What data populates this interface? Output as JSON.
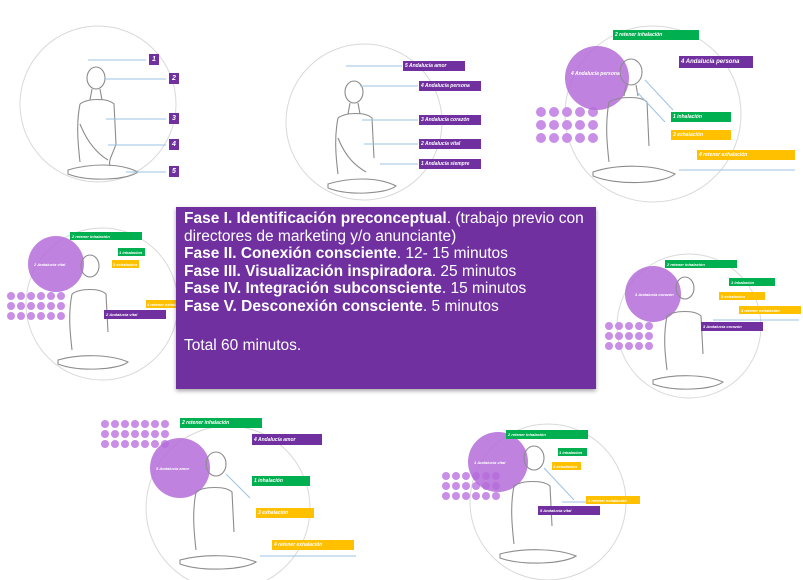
{
  "summary": {
    "phase1_name": "Fase I. Identificación preconceptual",
    "phase1_rest": ".  (trabajo previo con directores de marketing y/o anunciante)",
    "phase2_name": "Fase II. Conexión consciente",
    "phase2_rest": ". 12- 15 minutos",
    "phase3_name": "Fase III. Visualización inspiradora",
    "phase3_rest": ".  25 minutos",
    "phase4_name": "Fase IV. Integración subconsciente",
    "phase4_rest": ". 15 minutos",
    "phase5_name": "Fase V. Desconexión consciente",
    "phase5_rest": ". 5 minutos",
    "total": "Total 60 minutos."
  },
  "colors": {
    "purple": "#7030a0",
    "circle_purple": "#b46cd9",
    "dot_purple": "#c98ee6",
    "green": "#00b050",
    "yellow": "#ffc000",
    "line_blue": "#9dc3e6"
  },
  "diagrams": {
    "d1": {
      "labels": [
        "1",
        "2",
        "3",
        "4",
        "5"
      ]
    },
    "d2": {
      "labels": [
        "5 Andalucía amor",
        "4 Andalucía persona",
        "3 Andalucía corazón",
        "2 Andalucía vital",
        "1 Andalucía siempre"
      ]
    },
    "d3": {
      "circle": "4 Andalucía persona",
      "purple": "4 Andalucía persona",
      "green_top": "2  retener inhalación",
      "green": "1  inhalación",
      "yellow": "3  exhalación",
      "yellow_low": "4  retener exhalación"
    },
    "d4": {
      "circle": "2 Andalucía vital",
      "purple": "2 Andalucía vital",
      "green_top": "2  retener inhalación",
      "green": "1  inhalación",
      "yellow": "3  exhalación",
      "yellow_low": "4  retener exhalación"
    },
    "d5": {
      "circle": "3 Andalucía corazón",
      "purple": "3 Andalucía corazón",
      "green_top": "2  retener inhalación",
      "green": "1  inhalación",
      "yellow": "3  exhalación",
      "yellow_low": "4  retener exhalación"
    },
    "d6": {
      "circle": "5 Andalucía amor",
      "purple": "4 Andalucía amor",
      "green_top": "2  retener inhalación",
      "green": "1  inhalación",
      "yellow": "3  exhalación",
      "yellow_low": "4  retener exhalación"
    },
    "d7": {
      "circle": "1 Andalucía vital",
      "purple": "5 Andalucía vital",
      "green_top": "2  retener inhalación",
      "green": "1  inhalación",
      "yellow": "3  exhalación",
      "yellow_low": "4  retener exhalación"
    }
  }
}
